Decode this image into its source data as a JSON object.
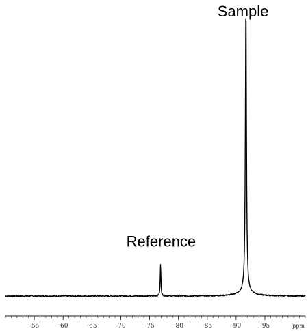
{
  "chart_data": {
    "type": "line",
    "xlabel": "ppm",
    "ylabel": "",
    "xlim": [
      -50,
      -102
    ],
    "ylim": [
      0,
      1
    ],
    "x_axis_reversed": true,
    "grid": false,
    "tick_values": [
      -55,
      -60,
      -65,
      -70,
      -75,
      -80,
      -85,
      -90,
      -95
    ],
    "tick_labels": [
      "-55",
      "-60",
      "-65",
      "-70",
      "-75",
      "-80",
      "-85",
      "-90",
      "-95"
    ],
    "minor_tick_step": 1,
    "peaks": [
      {
        "label": "Reference",
        "position": -76.9,
        "height": 0.11,
        "width": 0.15
      },
      {
        "label": "Sample",
        "position": -91.7,
        "height": 1.0,
        "width": 0.22
      }
    ],
    "annotations": [
      {
        "text": "Reference",
        "x": -77.0,
        "y": 0.17
      },
      {
        "text": "Sample",
        "x": -91.2,
        "y": 1.02
      }
    ],
    "line_color": "#000000"
  }
}
